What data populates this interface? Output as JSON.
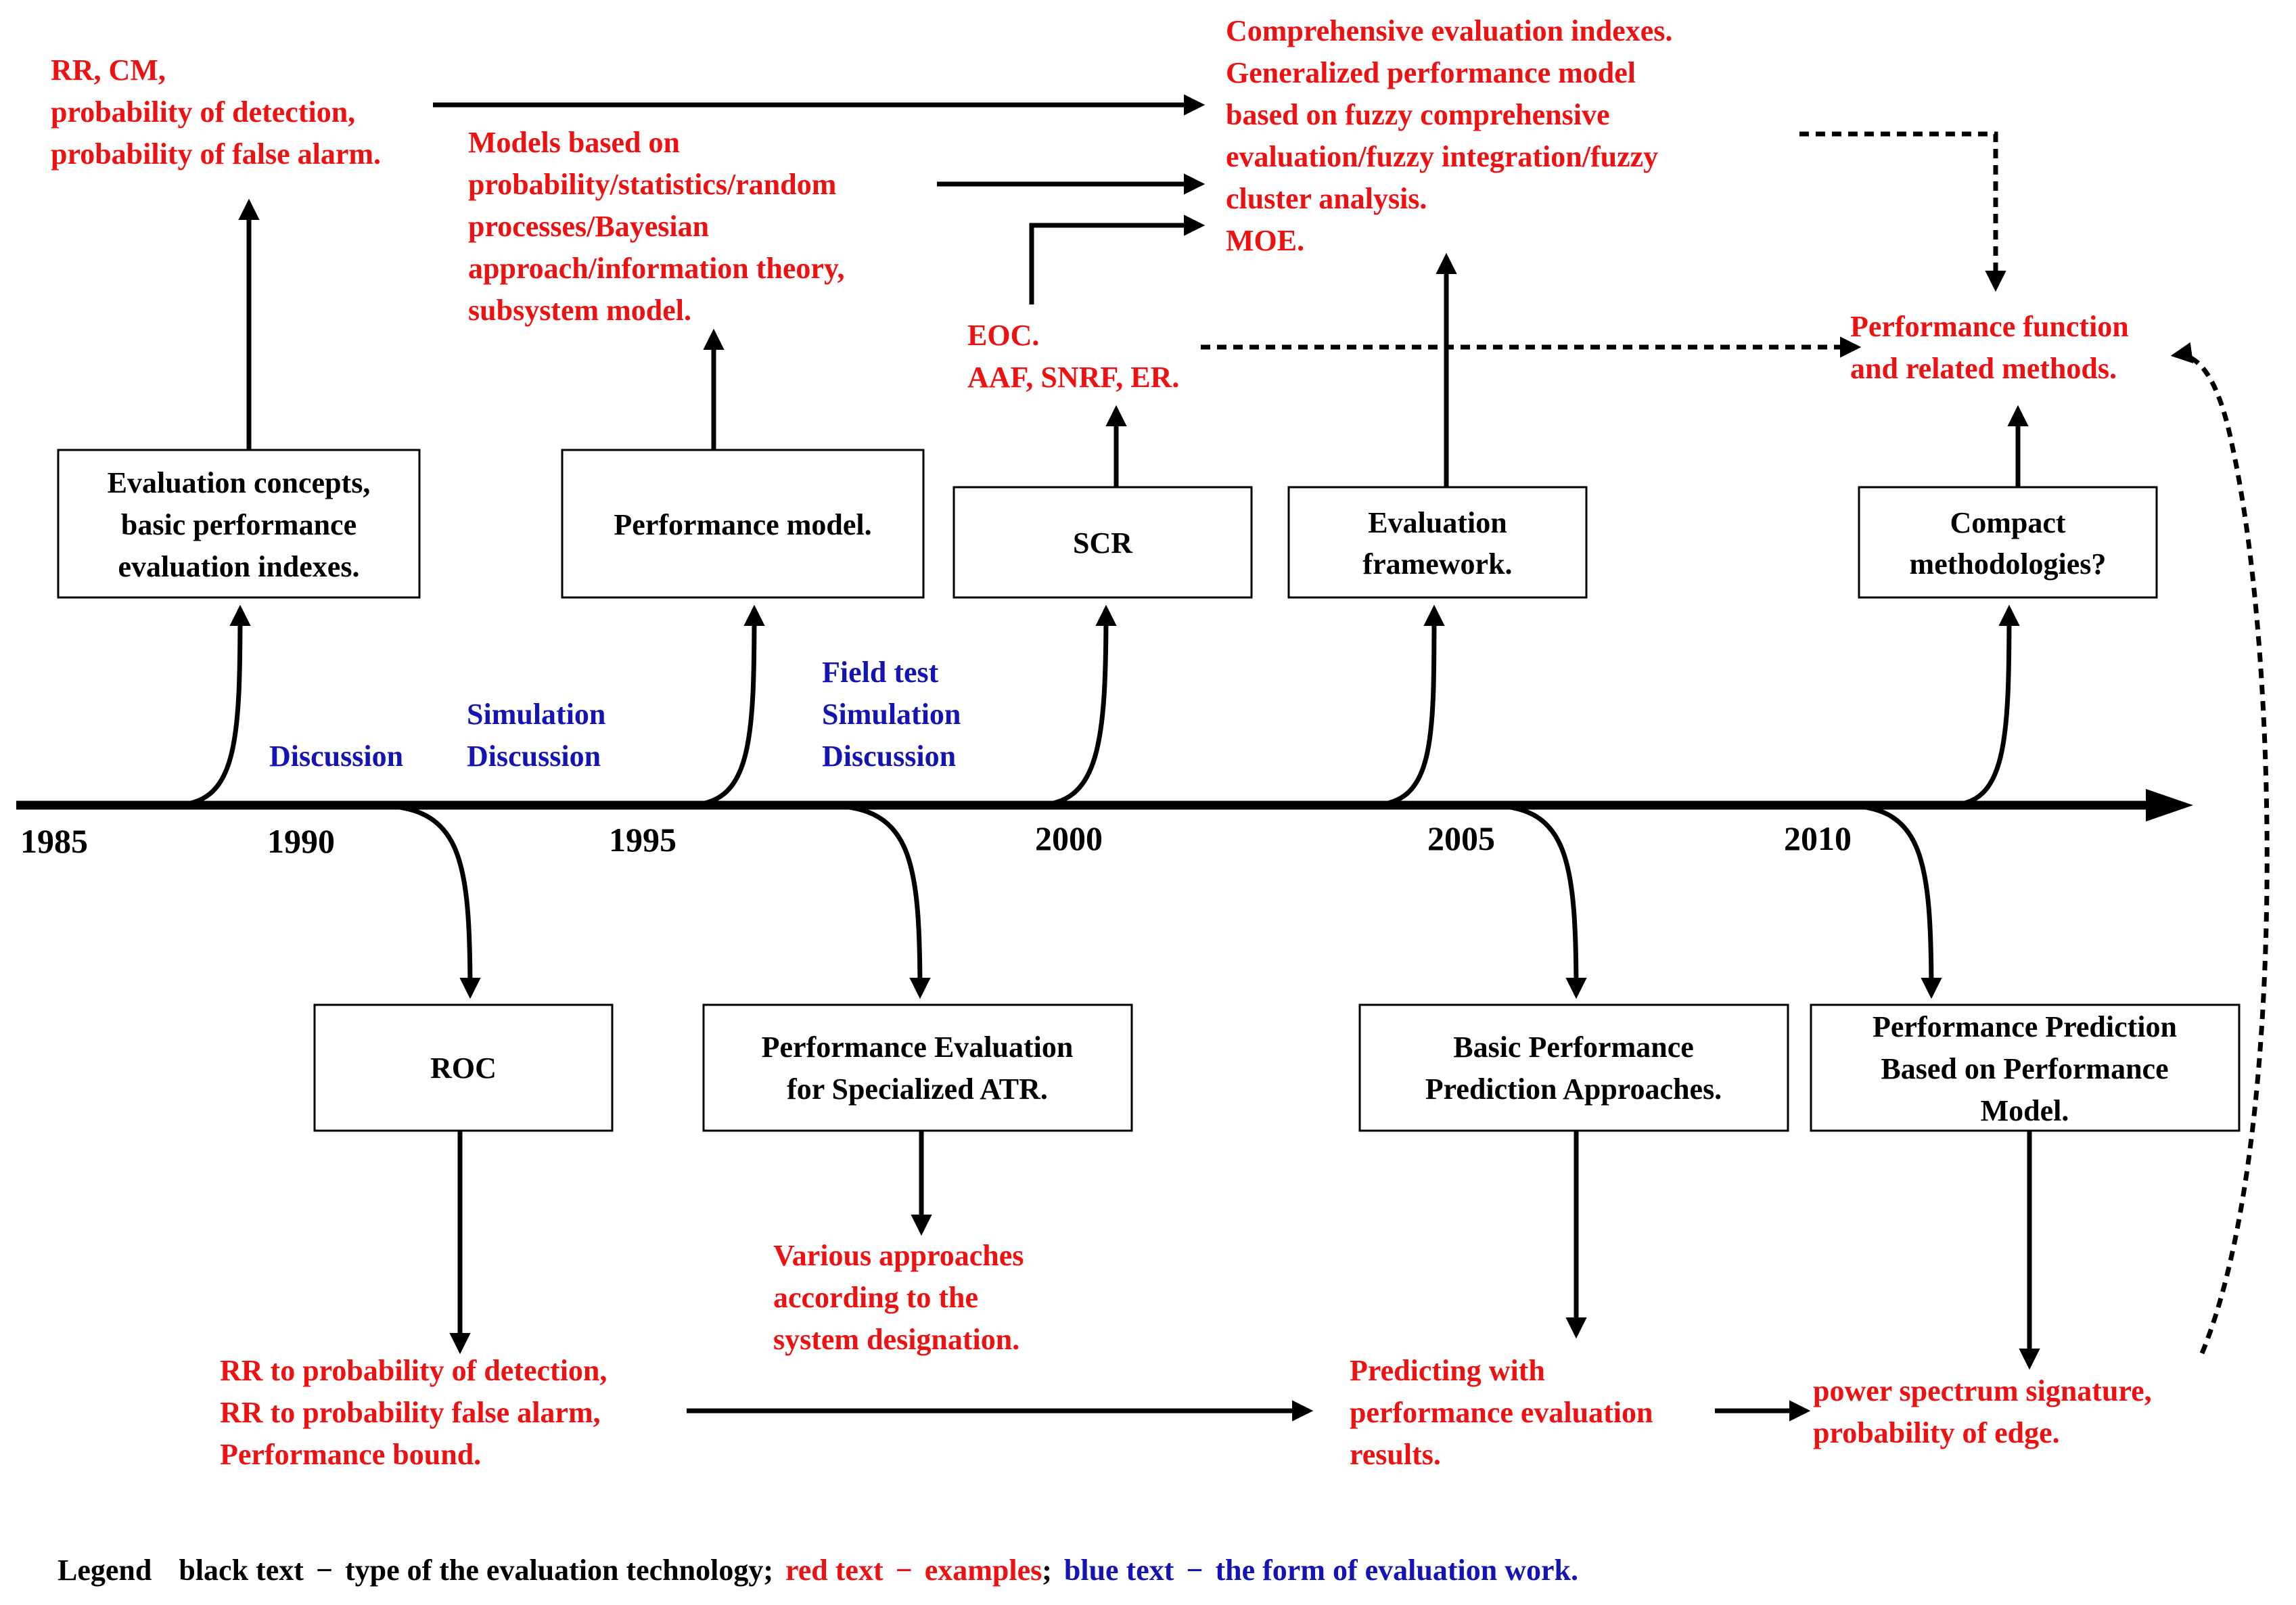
{
  "years": [
    "1985",
    "1990",
    "1995",
    "2000",
    "2005",
    "2010"
  ],
  "boxes_top": {
    "eval_concepts": [
      "Evaluation concepts,",
      "basic performance",
      "evaluation indexes."
    ],
    "perf_model": [
      "Performance model."
    ],
    "scr": [
      "SCR"
    ],
    "eval_framework": [
      "Evaluation",
      "framework."
    ],
    "compact": [
      "Compact",
      "methodologies?"
    ]
  },
  "boxes_bottom": {
    "roc": [
      "ROC"
    ],
    "specialized_atr": [
      "Performance Evaluation",
      "for Specialized ATR."
    ],
    "basic_prediction": [
      "Basic Performance",
      "Prediction Approaches."
    ],
    "prediction_model": [
      "Performance Prediction",
      "Based on Performance",
      "Model."
    ]
  },
  "examples": {
    "rr_cm": [
      "RR, CM,",
      "probability of detection,",
      "probability of false alarm."
    ],
    "models_based": [
      "Models based on",
      "probability/statistics/random",
      "processes/Bayesian",
      "approach/information theory,",
      "subsystem model."
    ],
    "eoc": [
      "EOC.",
      "AAF, SNRF, ER."
    ],
    "comprehensive": [
      "Comprehensive evaluation indexes.",
      "Generalized performance model",
      "based on fuzzy comprehensive",
      "evaluation/fuzzy integration/fuzzy",
      "cluster analysis.",
      "MOE."
    ],
    "perf_function": [
      "Performance function",
      "and related methods."
    ],
    "rr_prob": [
      "RR to probability of detection,",
      "RR to probability false alarm,",
      "Performance bound."
    ],
    "various": [
      "Various approaches",
      "according to the",
      "system designation."
    ],
    "predicting": [
      "Predicting with",
      "performance evaluation",
      "results."
    ],
    "power_spectrum": [
      "power spectrum signature,",
      "probability of edge."
    ]
  },
  "forms": {
    "discussion_1990": [
      "Discussion"
    ],
    "sim_disc": [
      "Simulation",
      "Discussion"
    ],
    "field_sim_disc": [
      "Field test",
      "Simulation",
      "Discussion"
    ]
  },
  "legend": {
    "title": "Legend",
    "black_key": "black text",
    "black_desc": "type of the evaluation technology;",
    "red_key": "red text",
    "red_desc": "examples",
    "semicolon": ";",
    "blue_key": "blue text",
    "blue_desc": "the form of evaluation work.",
    "dash": "−"
  },
  "colors": {
    "example_red": "#ee1111",
    "form_blue": "#1414b4",
    "technology_black": "#000000"
  }
}
